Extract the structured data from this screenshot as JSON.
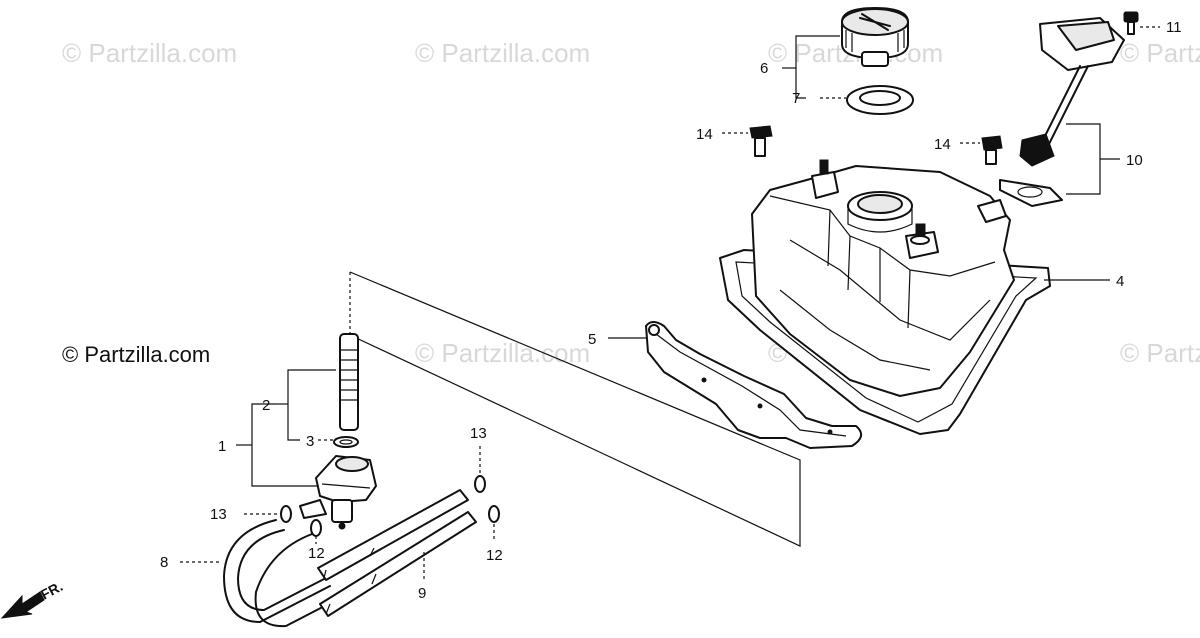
{
  "watermark": "© Partzilla.com",
  "copyright": "© Partzilla.com",
  "front_label": "FR.",
  "callouts": {
    "c1": "1",
    "c2": "2",
    "c3": "3",
    "c4": "4",
    "c5": "5",
    "c6": "6",
    "c7": "7",
    "c8": "8",
    "c9": "9",
    "c10": "10",
    "c11": "11",
    "c12a": "12",
    "c12b": "12",
    "c13a": "13",
    "c13b": "13",
    "c14a": "14",
    "c14b": "14"
  }
}
